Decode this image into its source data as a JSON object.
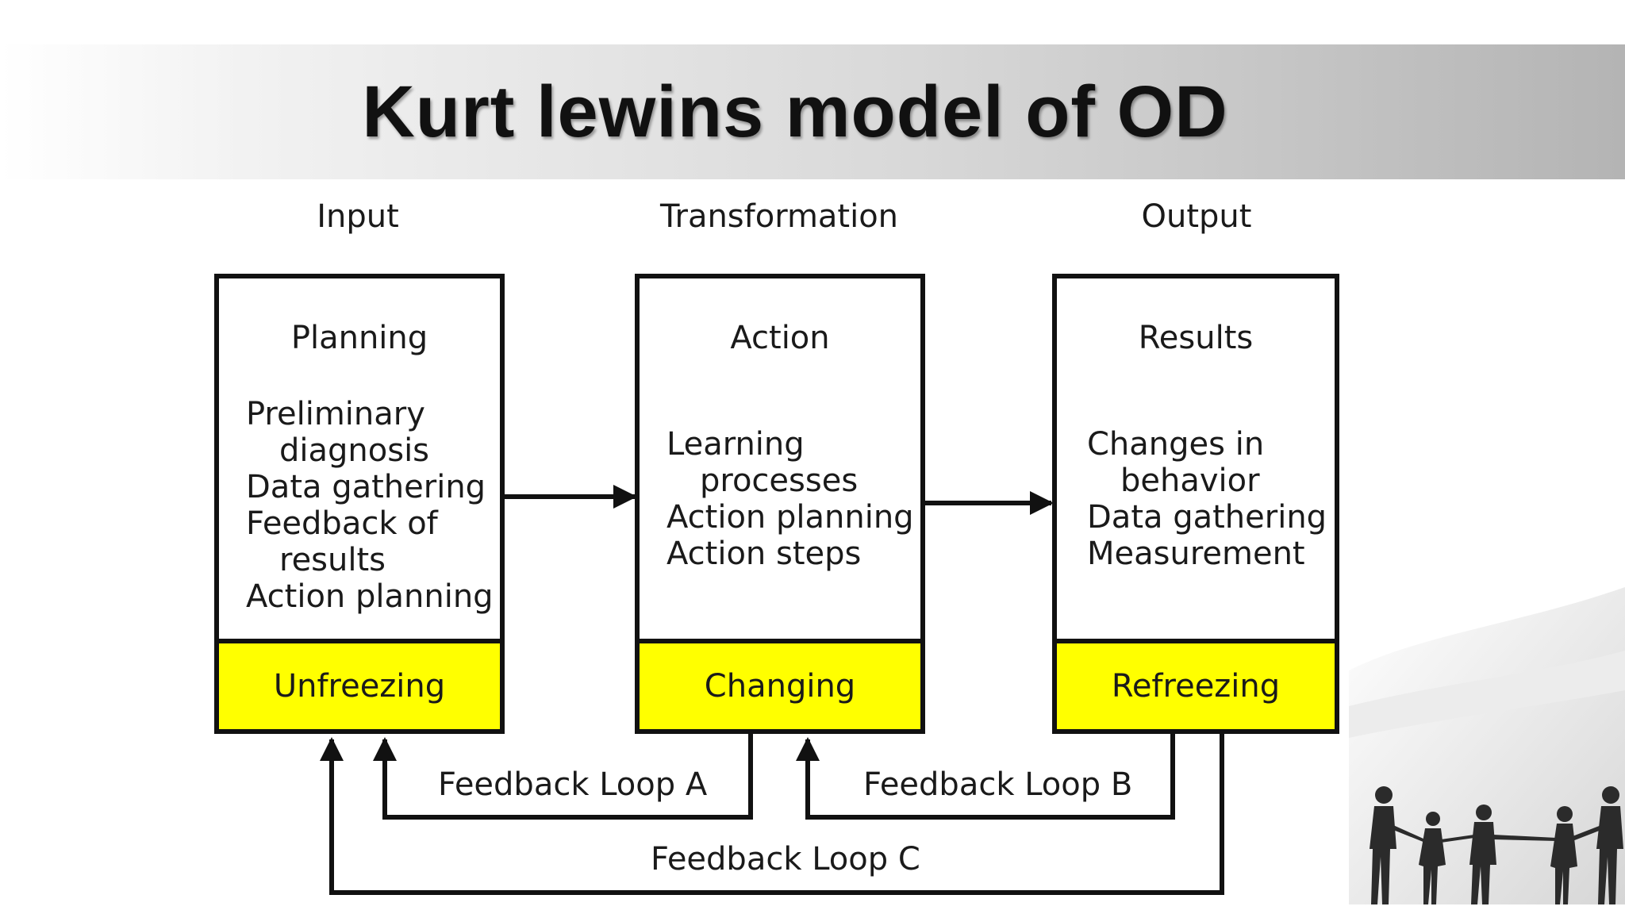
{
  "title": "Kurt lewins model of OD",
  "columns": [
    {
      "heading": "Input",
      "box_title": "Planning",
      "lines": [
        {
          "text": "Preliminary",
          "indent": false
        },
        {
          "text": "diagnosis",
          "indent": true
        },
        {
          "text": "Data gathering",
          "indent": false
        },
        {
          "text": "Feedback of",
          "indent": false
        },
        {
          "text": "results",
          "indent": true
        },
        {
          "text": "Action planning",
          "indent": false
        }
      ],
      "phase": "Unfreezing"
    },
    {
      "heading": "Transformation",
      "box_title": "Action",
      "lines": [
        {
          "text": "Learning",
          "indent": false
        },
        {
          "text": "processes",
          "indent": true
        },
        {
          "text": "Action planning",
          "indent": false
        },
        {
          "text": "Action steps",
          "indent": false
        }
      ],
      "phase": "Changing"
    },
    {
      "heading": "Output",
      "box_title": "Results",
      "lines": [
        {
          "text": "Changes in",
          "indent": false
        },
        {
          "text": "behavior",
          "indent": true
        },
        {
          "text": "Data gathering",
          "indent": false
        },
        {
          "text": "Measurement",
          "indent": false
        }
      ],
      "phase": "Refreezing"
    }
  ],
  "feedback_loops": [
    {
      "label": "Feedback Loop A"
    },
    {
      "label": "Feedback Loop B"
    },
    {
      "label": "Feedback Loop C"
    }
  ],
  "colors": {
    "phase_fill": "#ffff00",
    "line": "#111111",
    "text": "#1a1a1a"
  }
}
